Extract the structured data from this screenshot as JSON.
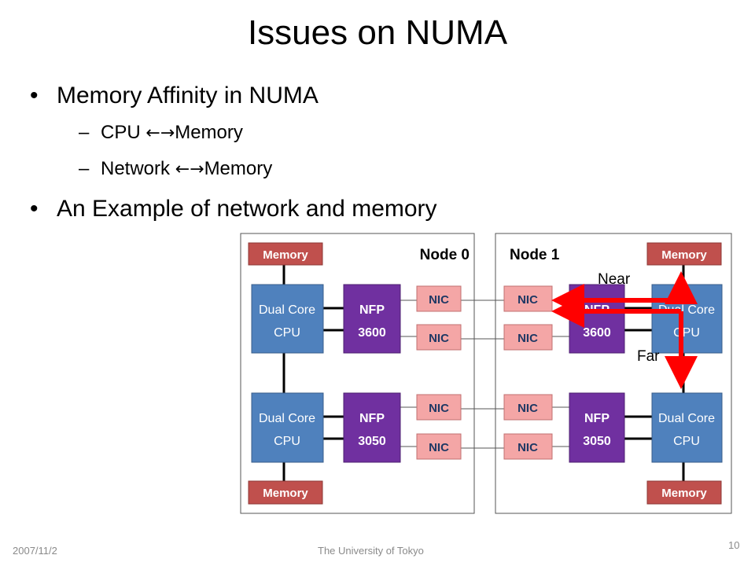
{
  "slide": {
    "title": "Issues on NUMA",
    "bullets": [
      {
        "text": "Memory Affinity in NUMA"
      },
      {
        "text": "An Example of network and memory"
      }
    ],
    "sub_bullets": [
      {
        "left": "CPU ",
        "arrow": "←→",
        "right": "Memory"
      },
      {
        "left": "Network ",
        "arrow": "←→",
        "right": "Memory"
      }
    ]
  },
  "diagram": {
    "nodes": [
      {
        "label": "Node 0"
      },
      {
        "label": "Node 1"
      }
    ],
    "memory_label": "Memory",
    "cpu_label_line1": "Dual Core",
    "cpu_label_line2": "CPU",
    "nfp_label": "NFP",
    "nfp_models": [
      "3600",
      "3050"
    ],
    "nic_label": "NIC",
    "near_label": "Near",
    "far_label": "Far",
    "colors": {
      "memory": "#c0504d",
      "cpu": "#4f81bd",
      "nfp": "#7030a0",
      "nic": "#f4a6a6",
      "highlight": "#ff0000"
    }
  },
  "footer": {
    "date": "2007/11/2",
    "org": "The University of Tokyo",
    "page": "10"
  }
}
